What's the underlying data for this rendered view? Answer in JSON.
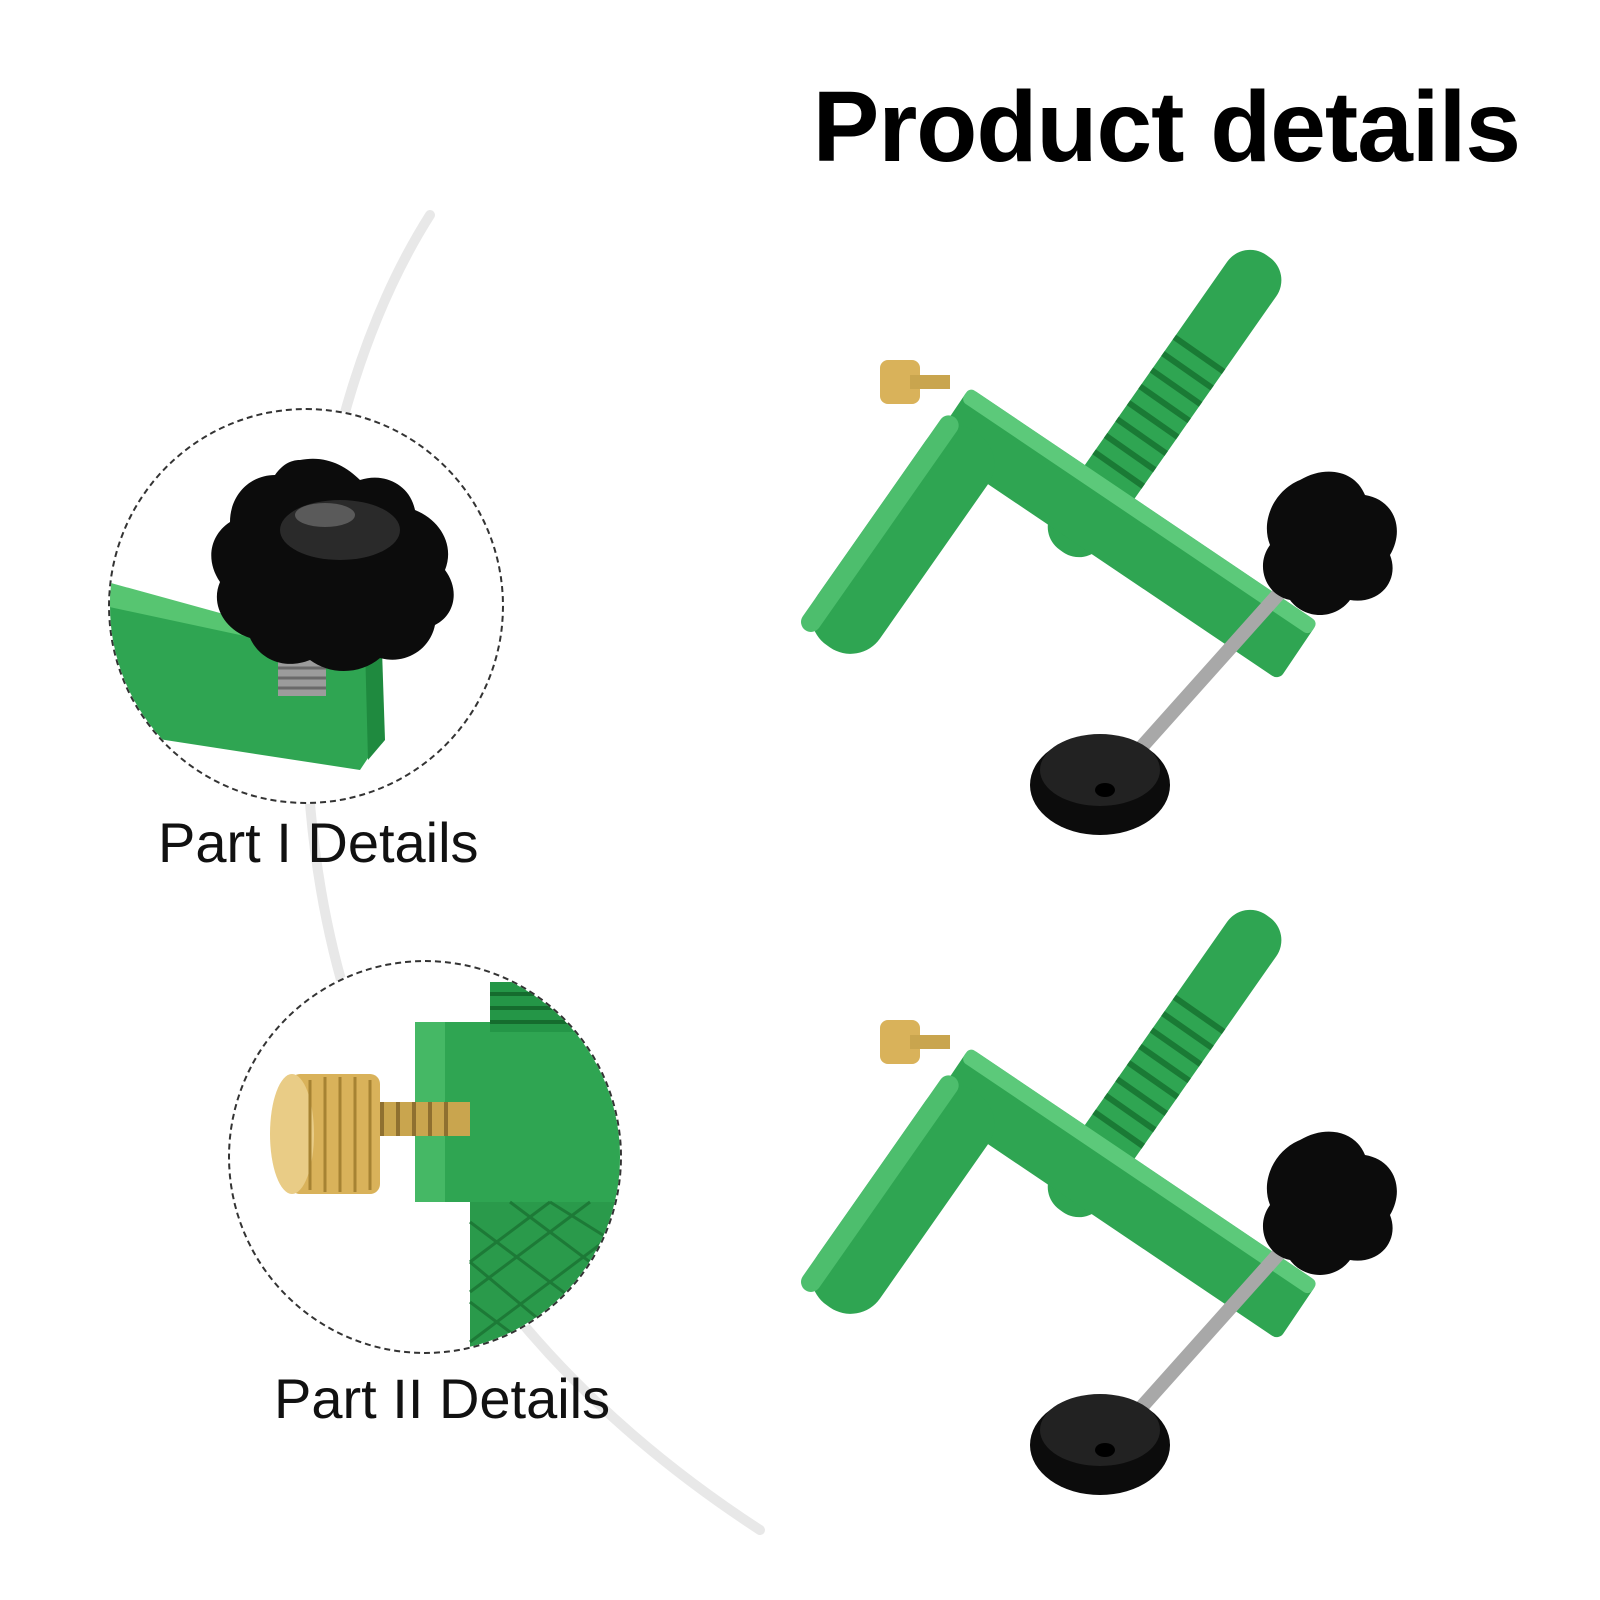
{
  "header": {
    "title": "Product details"
  },
  "details": [
    {
      "caption": "Part I Details",
      "subject": "star-knob-icon"
    },
    {
      "caption": "Part II Details",
      "subject": "brass-thumb-screw-icon"
    }
  ],
  "products": [
    {
      "subject": "green-clamp-icon"
    },
    {
      "subject": "green-clamp-icon"
    }
  ],
  "colors": {
    "accent_green": "#2fa552",
    "dark_green": "#1e7f3c",
    "knob_black": "#0c0c0c",
    "brass": "#d9b25a",
    "steel": "#a8a8a8",
    "arc_grey": "#e6e6e6"
  }
}
